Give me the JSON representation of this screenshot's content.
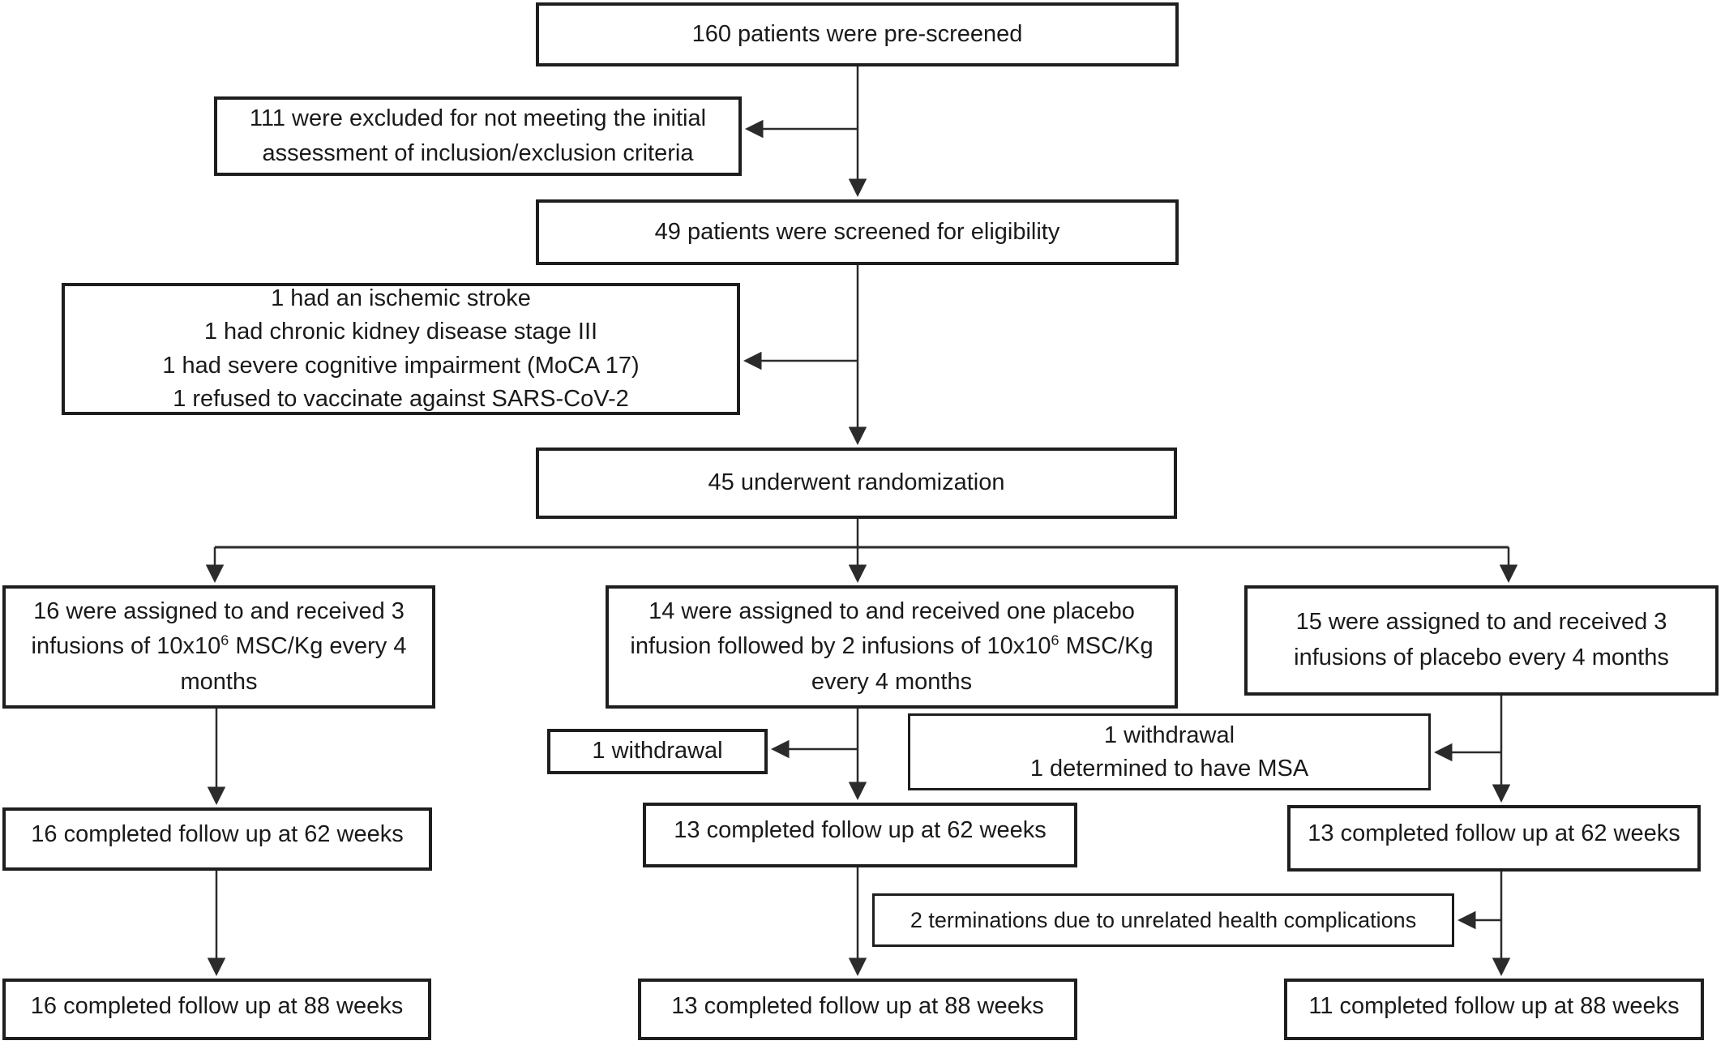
{
  "figure": {
    "type": "consort-patient-flow-diagram",
    "background_color": "#ffffff",
    "line_color": "#2b2b2b",
    "box_border_color": "#1e1e1e",
    "text_color": "#1a1a1a"
  },
  "nodes": {
    "pre_screened": {
      "text": "160 patients were pre-screened"
    },
    "excluded_initial": {
      "text": "111 were excluded for not meeting the initial assessment of inclusion/exclusion criteria"
    },
    "screened": {
      "text": "49 patients were screened for eligibility"
    },
    "exclusion_reasons": {
      "lines": [
        "1 had an ischemic stroke",
        "1 had chronic kidney disease stage III",
        "1 had severe cognitive impairment (MoCA 17)",
        "1 refused to vaccinate against SARS-CoV-2"
      ]
    },
    "randomization": {
      "text": "45 underwent randomization"
    },
    "arm_msc": {
      "text_pre": "16 were assigned to and received 3 infusions of 10x10",
      "superscript": "6",
      "text_post": " MSC/Kg every 4 months"
    },
    "arm_placebo_then_msc": {
      "text_pre": "14 were assigned to and received one placebo infusion followed by 2 infusions of 10x10",
      "superscript": "6",
      "text_post": " MSC/Kg every 4 months"
    },
    "arm_placebo": {
      "text": "15 were assigned to and received 3 infusions of placebo every 4 months"
    },
    "withdrawal_arm2": {
      "text": "1 withdrawal"
    },
    "withdrawal_arm3": {
      "lines": [
        "1 withdrawal",
        "1 determined to have MSA"
      ]
    },
    "wk62_arm1": {
      "text": "16 completed follow up at 62 weeks"
    },
    "wk62_arm2": {
      "text": "13 completed follow up at 62 weeks"
    },
    "wk62_arm3": {
      "text": "13 completed follow up at 62 weeks"
    },
    "terminations": {
      "text": "2 terminations due to unrelated health complications"
    },
    "wk88_arm1": {
      "text": "16 completed follow up at 88 weeks"
    },
    "wk88_arm2": {
      "text": "13 completed follow up at 88 weeks"
    },
    "wk88_arm3": {
      "text": "11 completed follow up at 88 weeks"
    }
  }
}
